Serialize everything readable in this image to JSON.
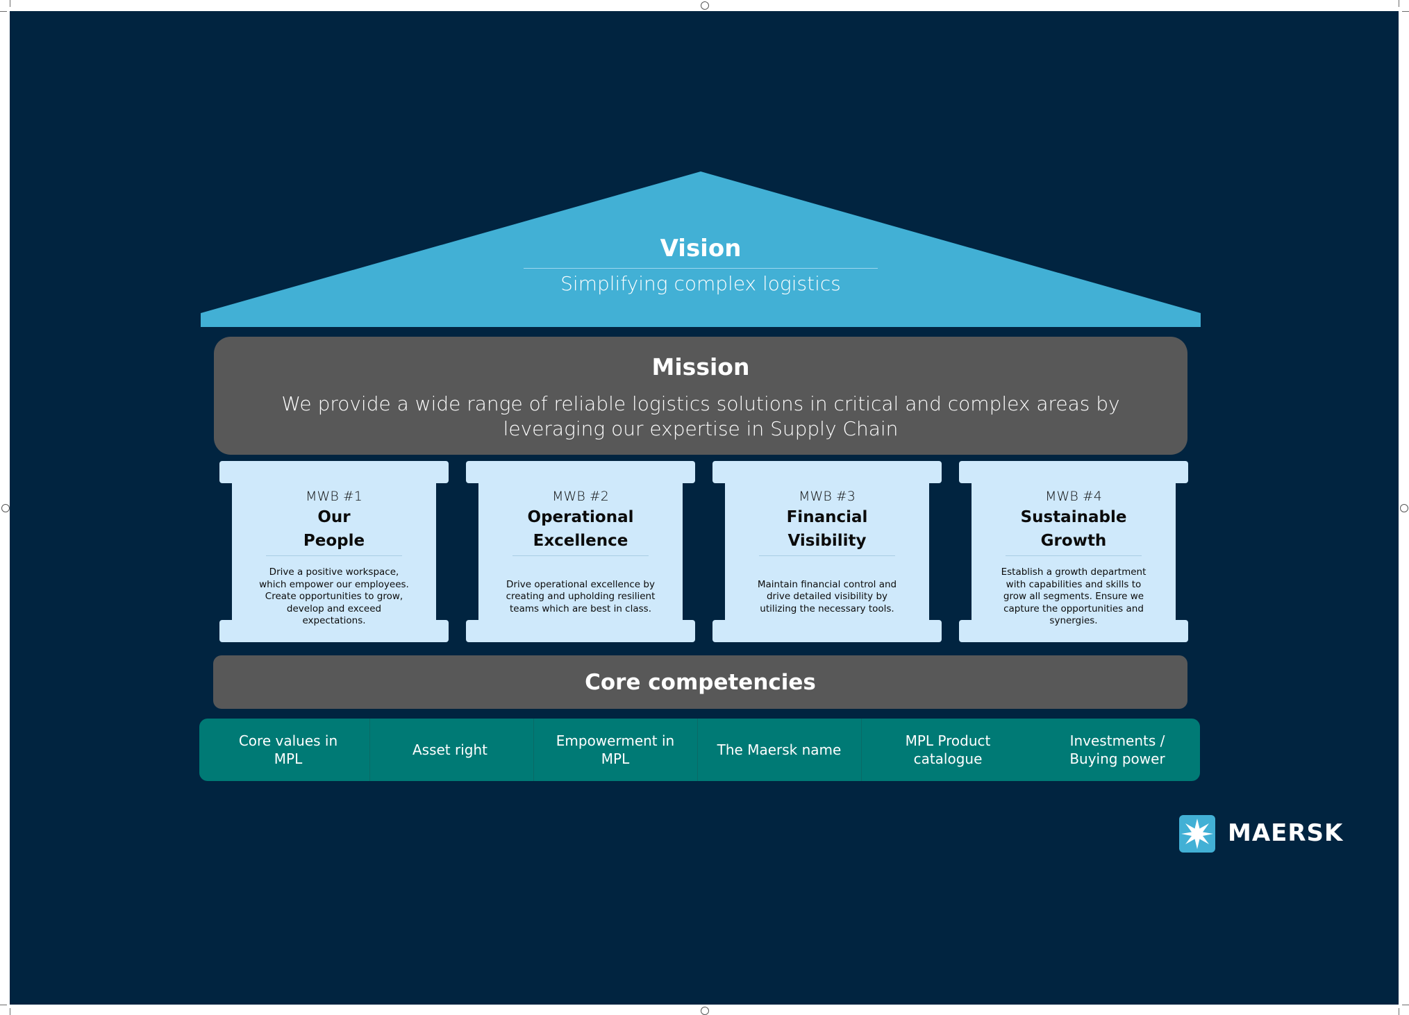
{
  "vision": {
    "title": "Vision",
    "text": "Simplifying complex logistics",
    "color": "#42b0d5"
  },
  "mission": {
    "title": "Mission",
    "text": "We provide a wide range of reliable logistics solutions in critical and complex areas by leveraging our expertise in Supply Chain",
    "color": "#585858"
  },
  "pillars": [
    {
      "code": "MWB #1",
      "title_line1": "Our",
      "title_line2": "People",
      "description": "Drive a positive workspace, which empower our employees. Create opportunities to grow, develop and exceed expectations."
    },
    {
      "code": "MWB #2",
      "title_line1": "Operational",
      "title_line2": "Excellence",
      "description": "Drive operational excellence by creating and upholding resilient teams which are best in class."
    },
    {
      "code": "MWB #3",
      "title_line1": "Financial",
      "title_line2": "Visibility",
      "description": "Maintain financial control and drive detailed visibility by utilizing the necessary tools."
    },
    {
      "code": "MWB #4",
      "title_line1": "Sustainable",
      "title_line2": "Growth",
      "description": "Establish a growth department with capabilities and skills to grow all segments. Ensure we capture the opportunities and synergies."
    }
  ],
  "core": {
    "title": "Core competencies",
    "items": [
      "Core values in MPL",
      "Asset right",
      "Empowerment in MPL",
      "The Maersk name",
      "MPL Product catalogue",
      "Investments / Buying power"
    ],
    "band_color": "#007a75"
  },
  "brand": {
    "name": "MAERSK",
    "icon": "star-icon",
    "color": "#42b0d5"
  },
  "background_color": "#012440"
}
